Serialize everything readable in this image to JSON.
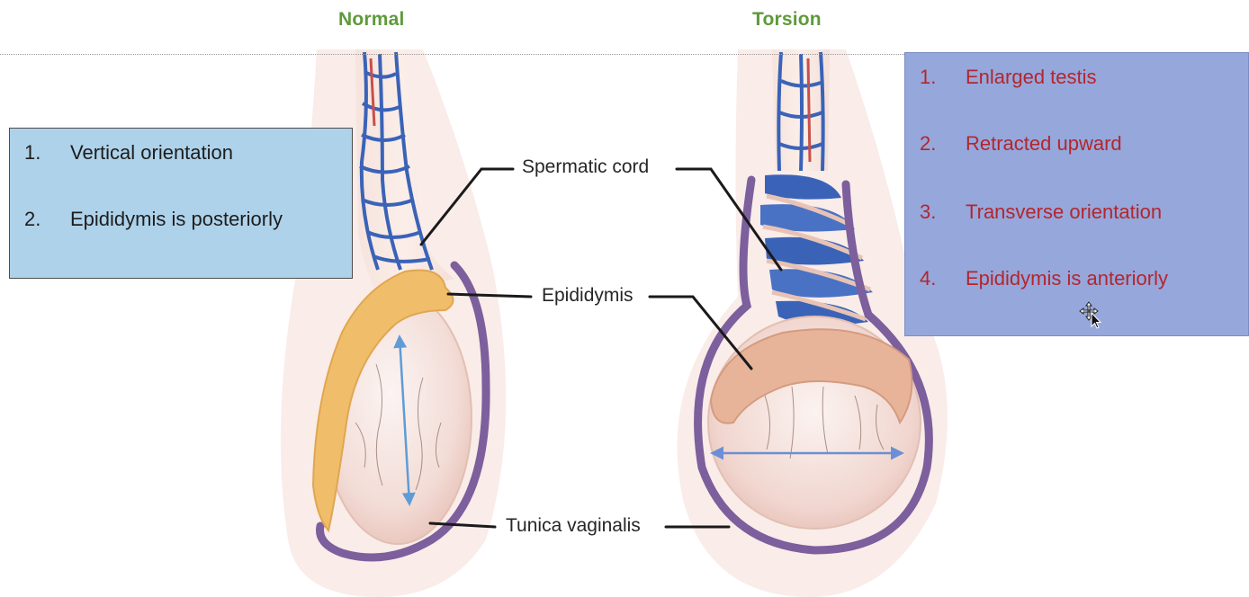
{
  "headings": {
    "normal": "Normal",
    "torsion": "Torsion"
  },
  "normal_box": {
    "items": [
      {
        "num": "1.",
        "text": "Vertical orientation"
      },
      {
        "num": "2.",
        "text": "Epididymis is posteriorly"
      }
    ]
  },
  "torsion_box": {
    "items": [
      {
        "num": "1.",
        "text": "Enlarged testis"
      },
      {
        "num": "2.",
        "text": "Retracted upward"
      },
      {
        "num": "3.",
        "text": "Transverse orientation"
      },
      {
        "num": "4.",
        "text": "Epididymis is anteriorly"
      }
    ]
  },
  "labels": {
    "spermatic_cord": "Spermatic cord",
    "epididymis": "Epididymis",
    "tunica_vaginalis": "Tunica vaginalis"
  },
  "colors": {
    "heading_green": "#5e9a3a",
    "normal_box_bg": "#aed2ea",
    "torsion_box_bg": "#96a7dc",
    "torsion_text_red": "#b3262d",
    "vessel_blue": "#3a63b8",
    "epididymis_orange": "#f0be6a",
    "tunica_purple": "#7c5f9c"
  },
  "icons": {
    "cursor": "move-cursor-icon"
  }
}
